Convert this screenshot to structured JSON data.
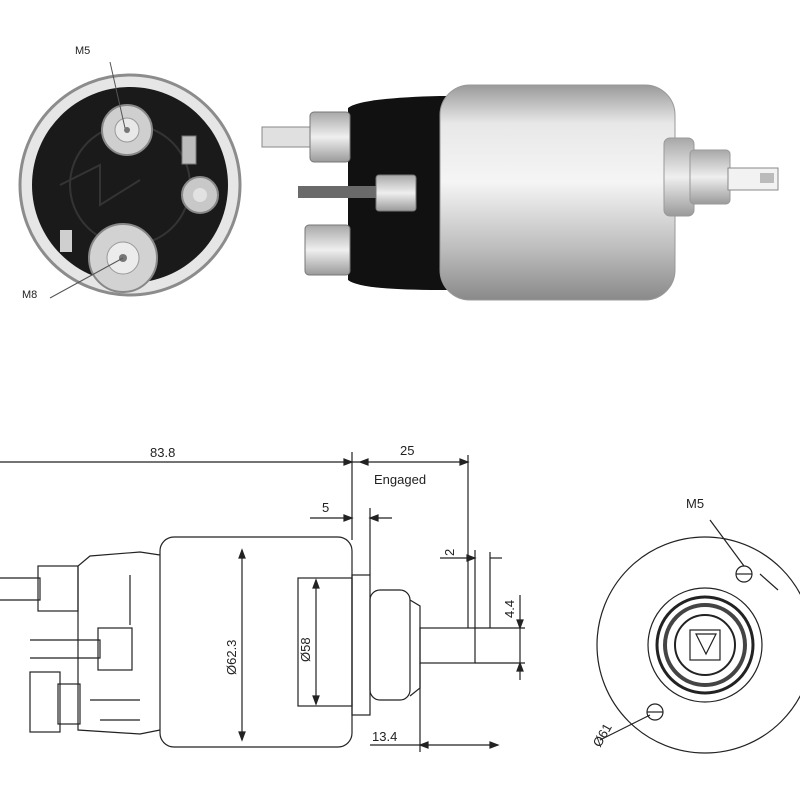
{
  "photo_left": {
    "label_top": "M5",
    "label_bottom": "M8"
  },
  "drawing": {
    "dim_overall": "83.8",
    "dim_stroke": "25",
    "dim_stroke_caption": "Engaged",
    "dim_small_gap": "5",
    "dim_diameter_body": "Ø62.3",
    "dim_diameter_inner": "Ø58",
    "dim_plunger_offset": "2",
    "dim_plunger_width": "4.4",
    "dim_plunger_length": "13.4"
  },
  "end_view": {
    "label_thread": "M5",
    "label_diameter": "Ø61"
  }
}
